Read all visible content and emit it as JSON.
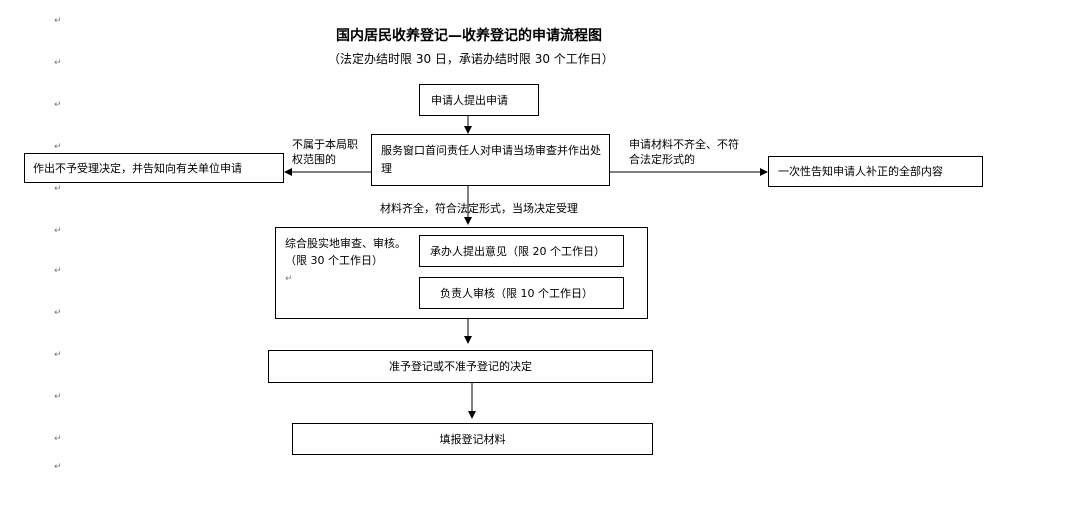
{
  "header": {
    "title": "国内居民收养登记—收养登记的申请流程图",
    "subtitle": "（法定办结时限 30 日，承诺办结时限 30 个工作日）"
  },
  "nodes": {
    "apply": "申请人提出申请",
    "window_review": "服务窗口首问责任人对申请当场审查并作出处理",
    "reject_decision": "作出不予受理决定，并告知向有关单位申请",
    "notify_supplement": "一次性告知申请人补正的全部内容",
    "comprehensive_title": "综合股实地审查、审核。（限 30 个工作日）",
    "handler_opinion": "承办人提出意见（限 20 个工作日）",
    "supervisor_review": "负责人审核（限 10 个工作日）",
    "decision": "准予登记或不准予登记的决定",
    "fill_materials": "填报登记材料"
  },
  "edge_labels": {
    "not_in_scope": "不属于本局职权范围的",
    "incomplete": "申请材料不齐全、不符合法定形式的",
    "complete": "材料齐全，符合法定形式，当场决定受理"
  },
  "paragraph_mark": "↵"
}
